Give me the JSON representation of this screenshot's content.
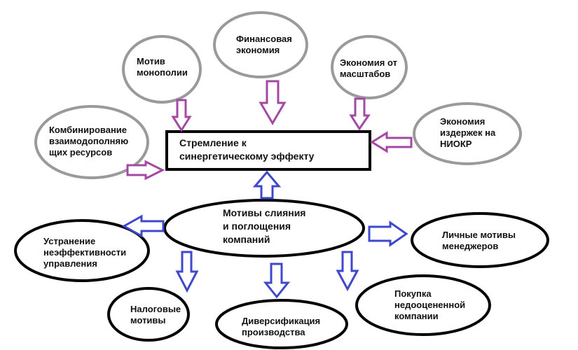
{
  "diagram": {
    "colors": {
      "ellipse_stroke_gray": "#9a9a9a",
      "ellipse_stroke_black": "#000000",
      "arrow_purple": "#a349a4",
      "arrow_blue": "#3f48cc"
    },
    "top_goal": {
      "text": "Стремление к\nсинергетическому эффекту"
    },
    "center": {
      "text": "Мотивы слияния\nи поглощения\nкомпаний"
    },
    "synergy_sources": [
      {
        "id": "monopoly",
        "text": "Мотив\nмонополии"
      },
      {
        "id": "financial",
        "text": "Финансовая\nэкономия"
      },
      {
        "id": "scale",
        "text": "Экономия от\nмасштабов"
      },
      {
        "id": "rnd",
        "text": "Экономия\nиздержек на\nНИОКР"
      },
      {
        "id": "resources",
        "text": "Комбинирование\nвзаимодополняю\nщих ресурсов"
      }
    ],
    "motives": [
      {
        "id": "inefficiency",
        "text": "Устранение\nнеэффективности\nуправления"
      },
      {
        "id": "tax",
        "text": "Налоговые\nмотивы"
      },
      {
        "id": "diversification",
        "text": "Диверсификация\nпроизводства"
      },
      {
        "id": "undervalued",
        "text": "Покупка\nнедооцененной\nкомпании"
      },
      {
        "id": "managers",
        "text": "Личные мотивы\nменеджеров"
      }
    ]
  }
}
